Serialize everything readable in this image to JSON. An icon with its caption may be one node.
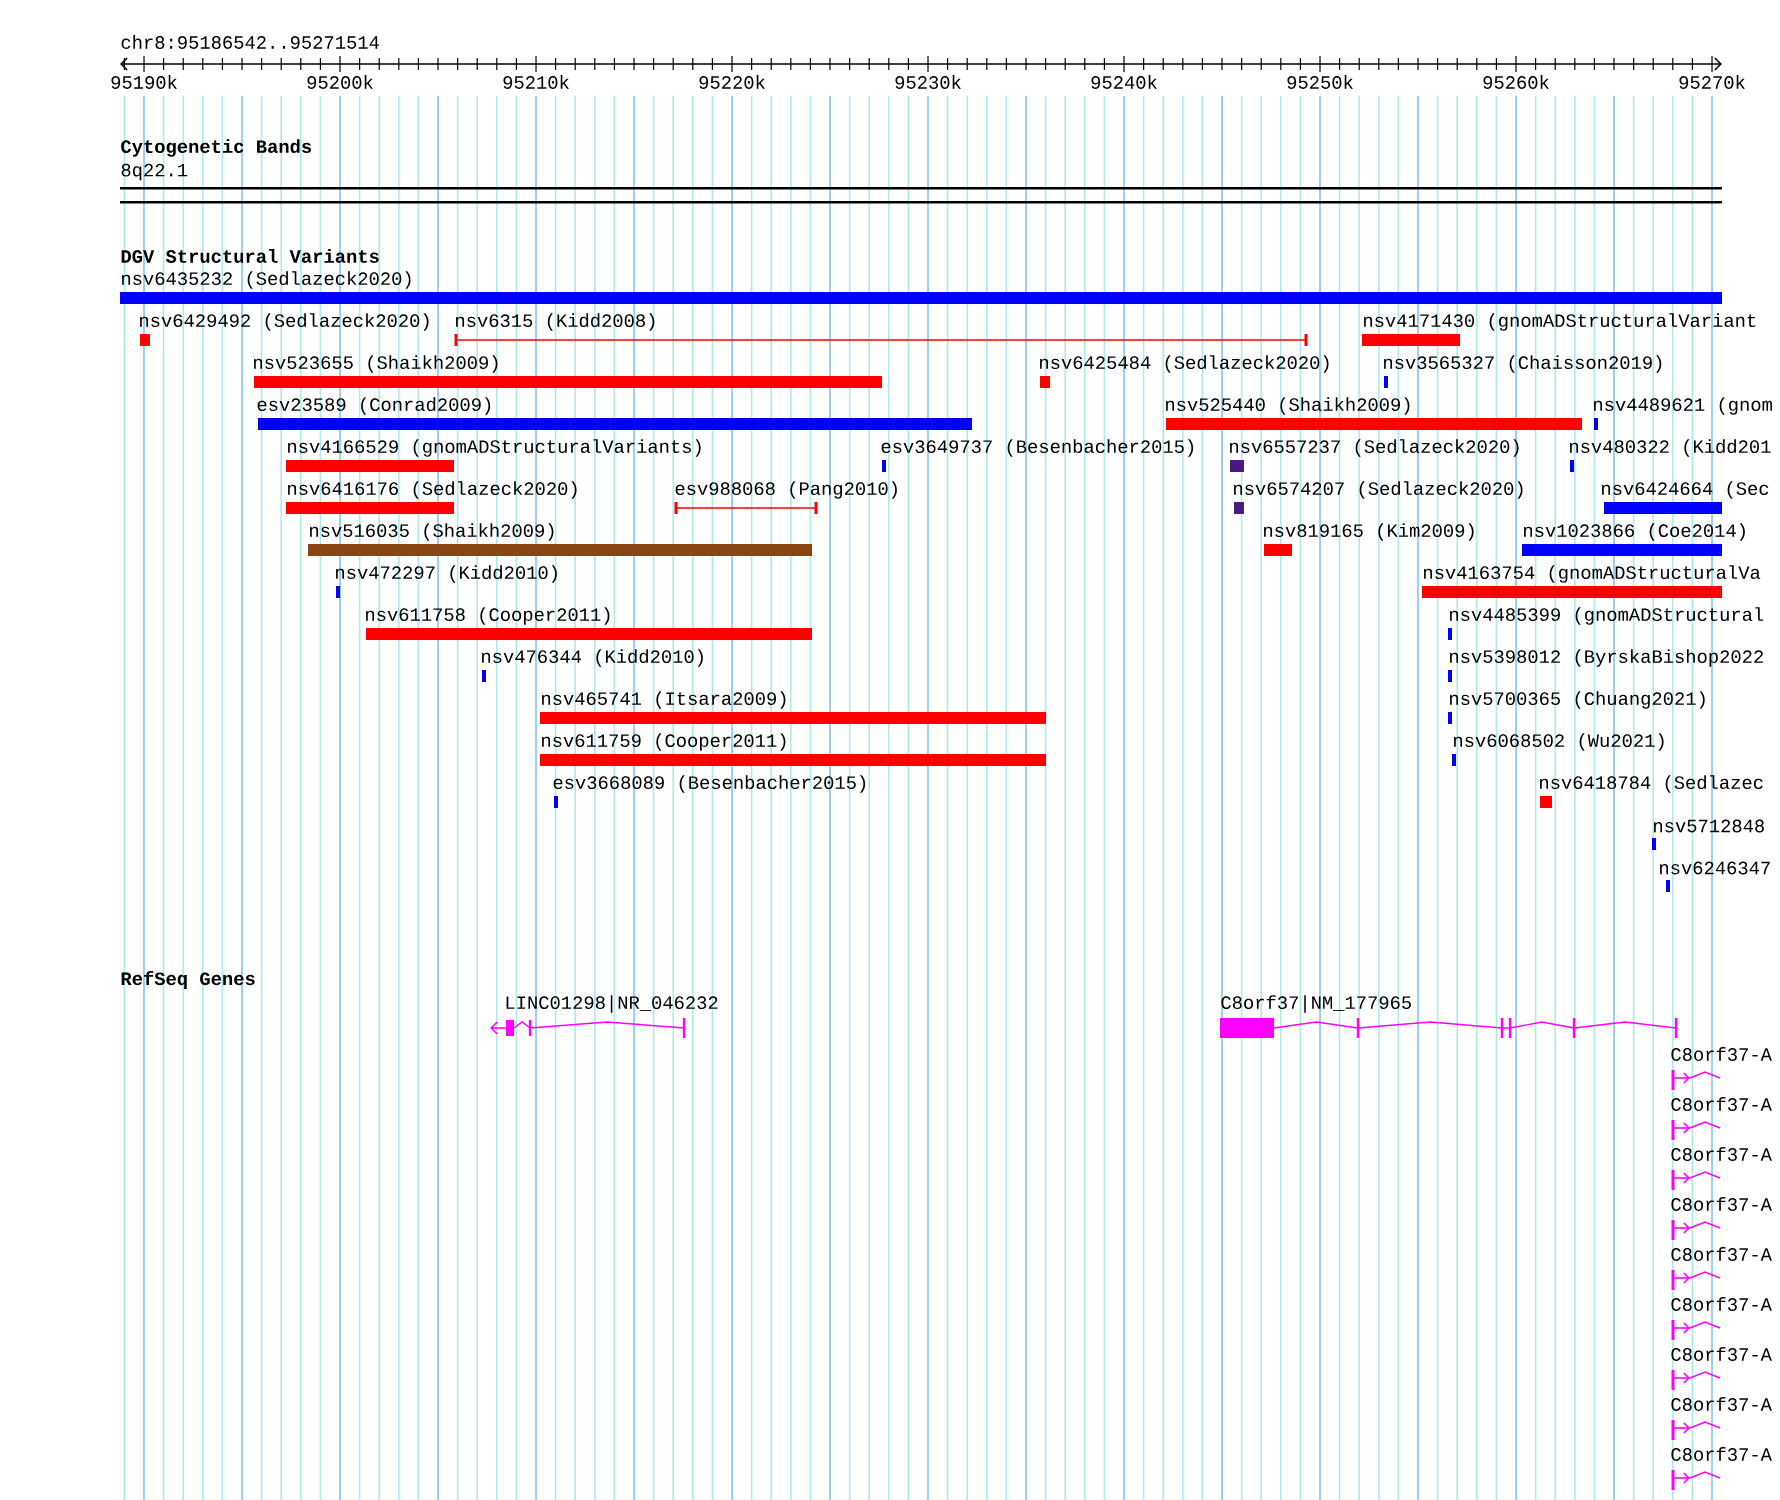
{
  "diagram": {
    "nodes": [
      {
        "text": [
          "nsv6435232 (Sedlazeck2020)"
        ]
      },
      {
        "text": [
          "nsv6429492 (Sedlazeck2020)"
        ]
      },
      {
        "text": [
          "nsv6315 (Kidd2008)"
        ]
      },
      {
        "text": [
          "nsv4171430 (gnomADStructuralVariant"
        ]
      },
      {
        "text": [
          "nsv523655 (Shaikh2009)"
        ]
      },
      {
        "text": [
          "nsv6425484 (Sedlazeck2020)"
        ]
      },
      {
        "text": [
          "nsv3565327 (Chaisson2019)"
        ]
      },
      {
        "text": [
          "esv23589 (Conrad2009)"
        ]
      },
      {
        "text": [
          "nsv525440 (Shaikh2009)"
        ]
      },
      {
        "text": [
          "nsv4489621 (gnom"
        ]
      },
      {
        "text": [
          "nsv4166529 (gnomADStructuralVariants)"
        ]
      },
      {
        "text": [
          "esv3649737 (Besenbacher2015)"
        ]
      },
      {
        "text": [
          "nsv6557237 (Sedlazeck2020)"
        ]
      },
      {
        "text": [
          "nsv480322 (Kidd201"
        ]
      },
      {
        "text": [
          "nsv6416176 (Sedlazeck2020)"
        ]
      },
      {
        "text": [
          "esv988068 (Pang2010)"
        ]
      },
      {
        "text": [
          "nsv6574207 (Sedlazeck2020)"
        ]
      },
      {
        "text": [
          "nsv6424664 (Sec"
        ]
      },
      {
        "text": [
          "nsv516035 (Shaikh2009)"
        ]
      },
      {
        "text": [
          "nsv819165 (Kim2009)"
        ]
      },
      {
        "text": [
          "nsv1023866 (Coe2014)"
        ]
      },
      {
        "text": [
          "nsv472297 (Kidd2010)"
        ]
      },
      {
        "text": [
          "nsv4163754 (gnomADStructuralVa"
        ]
      },
      {
        "text": [
          "nsv611758 (Cooper2011)"
        ]
      },
      {
        "text": [
          "nsv4485399 (gnomADStructural"
        ]
      },
      {
        "text": [
          "nsv476344 (Kidd2010)"
        ]
      },
      {
        "text": [
          "nsv5398012 (ByrskaBishop2022"
        ]
      },
      {
        "text": [
          "nsv465741 (Itsara2009)"
        ]
      },
      {
        "text": [
          "nsv5700365 (Chuang2021)"
        ]
      },
      {
        "text": [
          "nsv611759 (Cooper2011)"
        ]
      },
      {
        "text": [
          "nsv6068502 (Wu2021)"
        ]
      },
      {
        "text": [
          "esv3668089 (Besenbacher2015)"
        ]
      },
      {
        "text": [
          "nsv6418784 (Sedlazec"
        ]
      },
      {
        "text": [
          "nsv5712848"
        ]
      },
      {
        "text": [
          "nsv6246347"
        ]
      },
      {
        "text": [
          "LINC01298|NR_046232"
        ]
      },
      {
        "text": [
          "C8orf37|NM_177965"
        ]
      },
      {
        "text": [
          "C8orf37-A"
        ]
      },
      {
        "text": [
          "C8orf37-A"
        ]
      },
      {
        "text": [
          "C8orf37-A"
        ]
      },
      {
        "text": [
          "C8orf37-A"
        ]
      },
      {
        "text": [
          "C8orf37-A"
        ]
      },
      {
        "text": [
          "C8orf37-A"
        ]
      },
      {
        "text": [
          "C8orf37-A"
        ]
      },
      {
        "text": [
          "C8orf37-A"
        ]
      },
      {
        "text": [
          "C8orf37-A"
        ]
      }
    ],
    "labels": [
      "chr8:95186542..95271514",
      "95190k",
      "95200k",
      "95210k",
      "95220k",
      "95230k",
      "95240k",
      "95250k",
      "95260k",
      "95270k",
      "Cytogenetic Bands",
      "8q22.1",
      "DGV Structural Variants",
      "RefSeq Genes"
    ]
  }
}
